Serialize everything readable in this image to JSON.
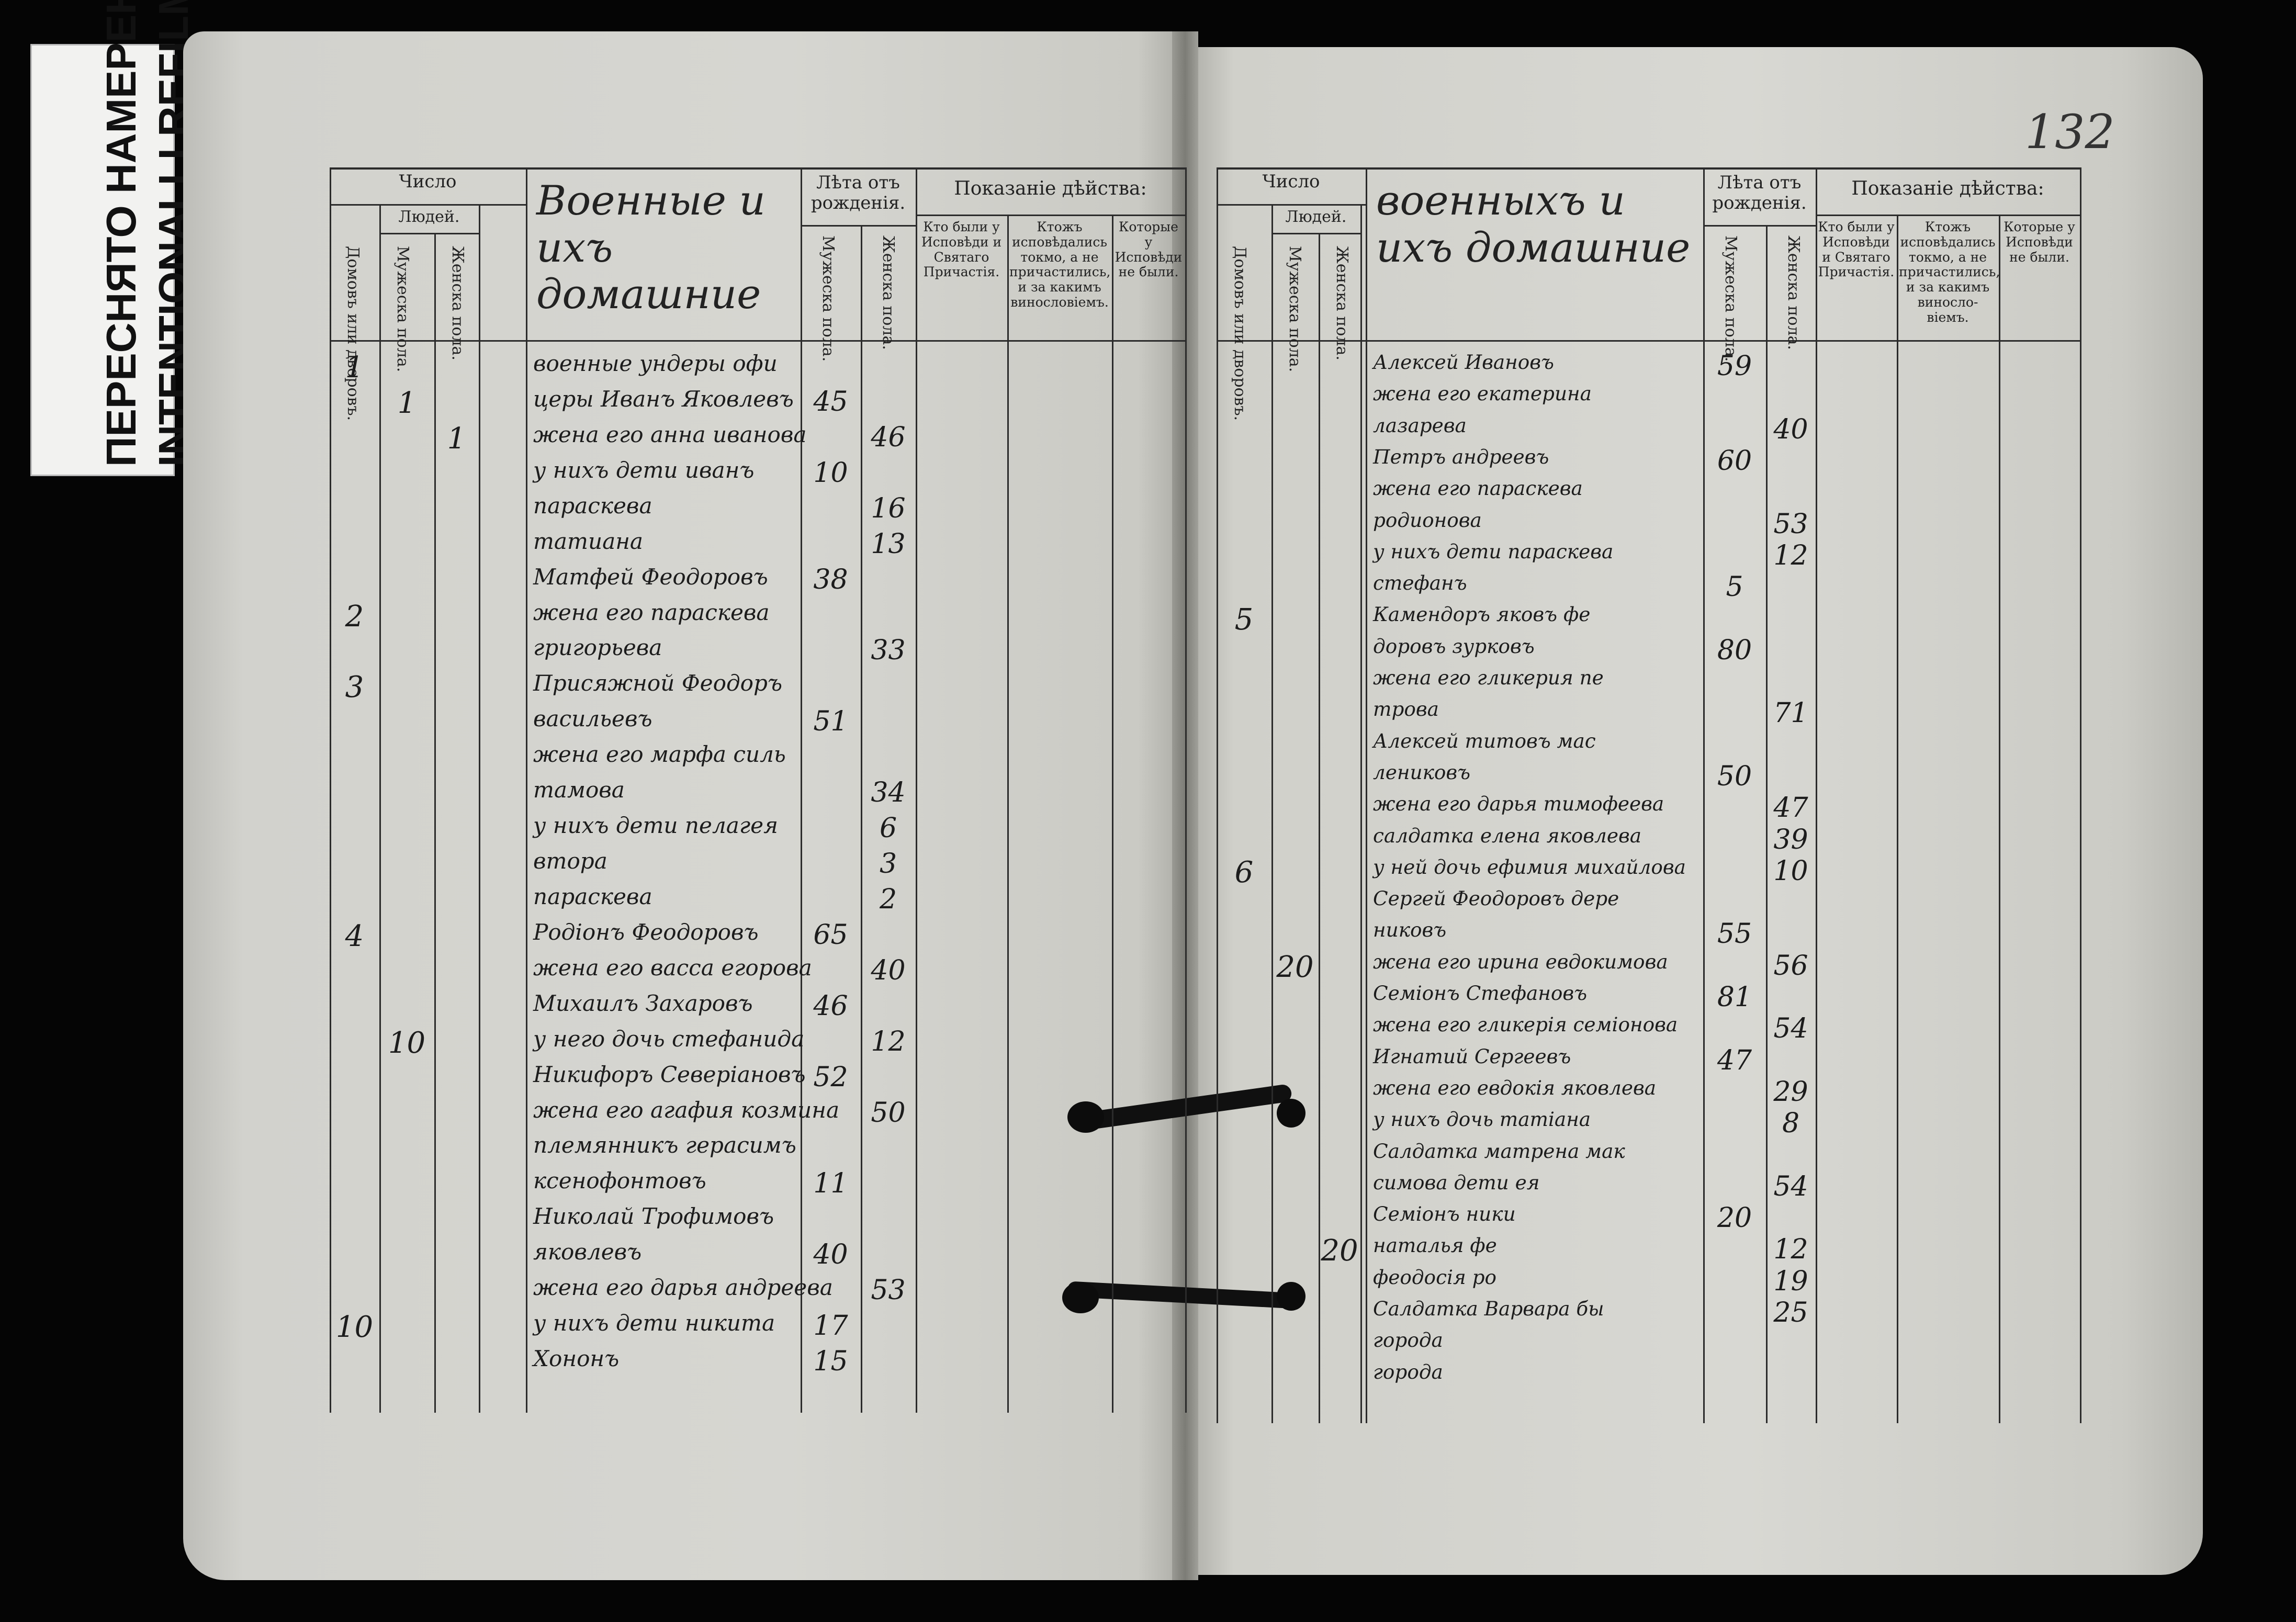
{
  "stamp": {
    "line1": "ПЕРЕСНЯТО НАМЕРЕННО",
    "line2": "INTENTIONALLI REFILMED"
  },
  "folio": "132",
  "left": {
    "headers": {
      "chislo": "Число",
      "lyudey": "Людей.",
      "dvorov": "Домовъ или дворовъ.",
      "muzh": "Мужеска пола.",
      "zhen": "Женска пола.",
      "title": "Военные и ихъ домашние",
      "leta": "Лѣта отъ рожденія.",
      "muzh_l": "Мужеска пола.",
      "zhen_l": "Женска пола.",
      "pokazanie": "Показаніе дѣйства:",
      "c1": "Кто были у Исповѣди и Святаго Причастія.",
      "c2": "Ктожъ исповѣдались токмо, а не причастились, и за какимъ виносло­віемъ.",
      "c3": "Которые у Исповѣди не были."
    },
    "rows": [
      {
        "d": "1",
        "m": "",
        "f": "",
        "text": "военные ундеры офи",
        "lm": "",
        "lf": ""
      },
      {
        "d": "",
        "m": "1",
        "f": "",
        "text": "церы Иванъ Яковлевъ",
        "lm": "45",
        "lf": ""
      },
      {
        "d": "",
        "m": "",
        "f": "1",
        "text": "жена его анна иванова",
        "lm": "",
        "lf": "46"
      },
      {
        "d": "",
        "m": "",
        "f": "",
        "text": "у нихъ дети иванъ",
        "lm": "10",
        "lf": ""
      },
      {
        "d": "",
        "m": "",
        "f": "",
        "text": "параскева",
        "lm": "",
        "lf": "16"
      },
      {
        "d": "",
        "m": "",
        "f": "",
        "text": "татиана",
        "lm": "",
        "lf": "13"
      },
      {
        "d": "",
        "m": "",
        "f": "",
        "text": "Матфей Феодоровъ",
        "lm": "38",
        "lf": ""
      },
      {
        "d": "2",
        "m": "",
        "f": "",
        "text": "жена его параскева",
        "lm": "",
        "lf": ""
      },
      {
        "d": "",
        "m": "",
        "f": "",
        "text": "григорьева",
        "lm": "",
        "lf": "33"
      },
      {
        "d": "3",
        "m": "",
        "f": "",
        "text": "Присяжной Феодоръ",
        "lm": "",
        "lf": ""
      },
      {
        "d": "",
        "m": "",
        "f": "",
        "text": "васильевъ",
        "lm": "51",
        "lf": ""
      },
      {
        "d": "",
        "m": "",
        "f": "",
        "text": "жена его марфа силь",
        "lm": "",
        "lf": ""
      },
      {
        "d": "",
        "m": "",
        "f": "",
        "text": "тамова",
        "lm": "",
        "lf": "34"
      },
      {
        "d": "",
        "m": "",
        "f": "",
        "text": "у нихъ дети пелагея",
        "lm": "",
        "lf": "6"
      },
      {
        "d": "",
        "m": "",
        "f": "",
        "text": "втора",
        "lm": "",
        "lf": "3"
      },
      {
        "d": "",
        "m": "",
        "f": "",
        "text": "параскева",
        "lm": "",
        "lf": "2"
      },
      {
        "d": "4",
        "m": "",
        "f": "",
        "text": "Родіонъ Феодоровъ",
        "lm": "65",
        "lf": ""
      },
      {
        "d": "",
        "m": "",
        "f": "",
        "text": "жена его васса егорова",
        "lm": "",
        "lf": "40"
      },
      {
        "d": "",
        "m": "",
        "f": "",
        "text": "Михаилъ Захаровъ",
        "lm": "46",
        "lf": ""
      },
      {
        "d": "",
        "m": "10",
        "f": "",
        "text": "у него дочь стефанида",
        "lm": "",
        "lf": "12"
      },
      {
        "d": "",
        "m": "",
        "f": "",
        "text": "Никифоръ Северіановъ",
        "lm": "52",
        "lf": ""
      },
      {
        "d": "",
        "m": "",
        "f": "",
        "text": "жена его агафия козмина",
        "lm": "",
        "lf": "50"
      },
      {
        "d": "",
        "m": "",
        "f": "",
        "text": "племянникъ герасимъ",
        "lm": "",
        "lf": ""
      },
      {
        "d": "",
        "m": "",
        "f": "",
        "text": "ксенофонтовъ",
        "lm": "11",
        "lf": ""
      },
      {
        "d": "",
        "m": "",
        "f": "",
        "text": "Николай Трофимовъ",
        "lm": "",
        "lf": ""
      },
      {
        "d": "",
        "m": "",
        "f": "",
        "text": "яковлевъ",
        "lm": "40",
        "lf": ""
      },
      {
        "d": "",
        "m": "",
        "f": "",
        "text": "жена его дарья андреева",
        "lm": "",
        "lf": "53"
      },
      {
        "d": "10",
        "m": "",
        "f": "",
        "text": "у нихъ дети никита",
        "lm": "17",
        "lf": ""
      },
      {
        "d": "",
        "m": "",
        "f": "",
        "text": "Хононъ",
        "lm": "15",
        "lf": ""
      }
    ]
  },
  "right": {
    "headers": {
      "chislo": "Число",
      "lyudey": "Людей.",
      "dvorov": "Домовъ или дворовъ.",
      "muzh": "Мужеска пола.",
      "zhen": "Женска пола.",
      "title": "военныхъ и ихъ домашние",
      "leta": "Лѣта отъ рожденія.",
      "muzh_l": "Мужеска пола.",
      "zhen_l": "Женска пола.",
      "pokazanie": "Показаніе дѣйства:",
      "c1": "Кто были у Исповѣди и Святаго Причастія.",
      "c2": "Ктожъ исповѣдались токмо, а не причастились, и за какимъ виносло­віемъ.",
      "c3": "Которые у Исповѣди не были."
    },
    "rows": [
      {
        "d": "",
        "m": "",
        "f": "",
        "text": "Алексей Ивановъ",
        "lm": "59",
        "lf": ""
      },
      {
        "d": "",
        "m": "",
        "f": "",
        "text": "жена его екатерина",
        "lm": "",
        "lf": ""
      },
      {
        "d": "",
        "m": "",
        "f": "",
        "text": "лазарева",
        "lm": "",
        "lf": "40"
      },
      {
        "d": "",
        "m": "",
        "f": "",
        "text": "Петръ андреевъ",
        "lm": "60",
        "lf": ""
      },
      {
        "d": "",
        "m": "",
        "f": "",
        "text": "жена его параскева",
        "lm": "",
        "lf": ""
      },
      {
        "d": "",
        "m": "",
        "f": "",
        "text": "родионова",
        "lm": "",
        "lf": "53"
      },
      {
        "d": "",
        "m": "",
        "f": "",
        "text": "у нихъ дети параскева",
        "lm": "",
        "lf": "12"
      },
      {
        "d": "",
        "m": "",
        "f": "",
        "text": "стефанъ",
        "lm": "5",
        "lf": ""
      },
      {
        "d": "5",
        "m": "",
        "f": "",
        "text": "Камендоръ яковъ фе",
        "lm": "",
        "lf": ""
      },
      {
        "d": "",
        "m": "",
        "f": "",
        "text": "доровъ зурковъ",
        "lm": "80",
        "lf": ""
      },
      {
        "d": "",
        "m": "",
        "f": "",
        "text": "жена его гликерия пе",
        "lm": "",
        "lf": ""
      },
      {
        "d": "",
        "m": "",
        "f": "",
        "text": "трова",
        "lm": "",
        "lf": "71"
      },
      {
        "d": "",
        "m": "",
        "f": "",
        "text": "Алексей титовъ мас",
        "lm": "",
        "lf": ""
      },
      {
        "d": "",
        "m": "",
        "f": "",
        "text": "лениковъ",
        "lm": "50",
        "lf": ""
      },
      {
        "d": "",
        "m": "",
        "f": "",
        "text": "жена его дарья тимофеева",
        "lm": "",
        "lf": "47"
      },
      {
        "d": "",
        "m": "",
        "f": "",
        "text": "салдатка елена яковлева",
        "lm": "",
        "lf": "39"
      },
      {
        "d": "6",
        "m": "",
        "f": "",
        "text": "у ней дочь ефимия михайлова",
        "lm": "",
        "lf": "10"
      },
      {
        "d": "",
        "m": "",
        "f": "",
        "text": "Сергей Феодоровъ дере",
        "lm": "",
        "lf": ""
      },
      {
        "d": "",
        "m": "",
        "f": "",
        "text": "никовъ",
        "lm": "55",
        "lf": ""
      },
      {
        "d": "",
        "m": "20",
        "f": "",
        "text": "жена его ирина евдокимова",
        "lm": "",
        "lf": "56"
      },
      {
        "d": "",
        "m": "",
        "f": "",
        "text": "Семіонъ Стефановъ",
        "lm": "81",
        "lf": ""
      },
      {
        "d": "",
        "m": "",
        "f": "",
        "text": "жена его гликерія семіонова",
        "lm": "",
        "lf": "54"
      },
      {
        "d": "",
        "m": "",
        "f": "",
        "text": "Игнатий Сергеевъ",
        "lm": "47",
        "lf": ""
      },
      {
        "d": "",
        "m": "",
        "f": "",
        "text": "жена его евдокія яковлева",
        "lm": "",
        "lf": "29"
      },
      {
        "d": "",
        "m": "",
        "f": "",
        "text": "у нихъ дочь татіана",
        "lm": "",
        "lf": "8"
      },
      {
        "d": "",
        "m": "",
        "f": "",
        "text": "Салдатка матрена мак",
        "lm": "",
        "lf": ""
      },
      {
        "d": "",
        "m": "",
        "f": "",
        "text": "симова дети ея",
        "lm": "",
        "lf": "54"
      },
      {
        "d": "",
        "m": "",
        "f": "",
        "text": "Семіонъ ники",
        "lm": "20",
        "lf": ""
      },
      {
        "d": "",
        "m": "",
        "f": "20",
        "text": "наталья фе",
        "lm": "",
        "lf": "12"
      },
      {
        "d": "",
        "m": "",
        "f": "",
        "text": "феодосія ро",
        "lm": "",
        "lf": "19"
      },
      {
        "d": "",
        "m": "",
        "f": "",
        "text": "Салдатка Варвара бы",
        "lm": "",
        "lf": "25"
      },
      {
        "d": "",
        "m": "",
        "f": "",
        "text": "города",
        "lm": "",
        "lf": ""
      },
      {
        "d": "",
        "m": "",
        "f": "",
        "text": "города",
        "lm": "",
        "lf": ""
      }
    ]
  }
}
